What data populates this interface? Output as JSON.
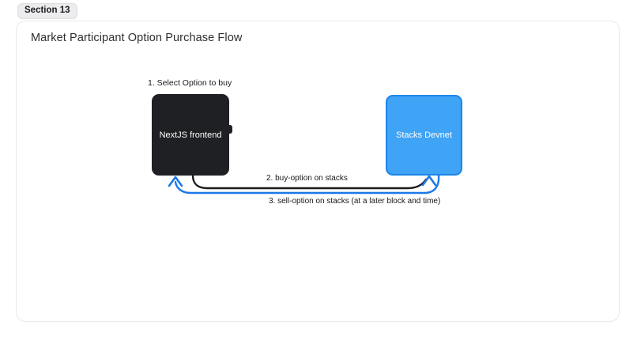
{
  "badge": {
    "label": "Section 13"
  },
  "card": {
    "title": "Market Participant Option Purchase Flow"
  },
  "diagram": {
    "step1_label": "1. Select Option to buy",
    "nodes": [
      {
        "id": "nextjs-frontend",
        "label": "NextJS frontend",
        "fill": "#1f2023",
        "text_color": "#ffffff"
      },
      {
        "id": "stacks-devnet",
        "label": "Stacks Devnet",
        "fill": "#3fa3f6",
        "border_color": "#1d86ea",
        "text_color": "#ffffff"
      }
    ],
    "edges": [
      {
        "id": "buy-option",
        "from": "nextjs-frontend",
        "to": "stacks-devnet",
        "label": "2. buy-option on stacks",
        "line_color": "#1b1b1d",
        "arrowhead_color": "#1b79e8"
      },
      {
        "id": "sell-option",
        "from": "stacks-devnet",
        "to": "nextjs-frontend",
        "label": "3. sell-option on stacks (at a later block and time)",
        "line_color": "#1b79e8",
        "arrowhead_color": "#1b79e8"
      }
    ]
  }
}
